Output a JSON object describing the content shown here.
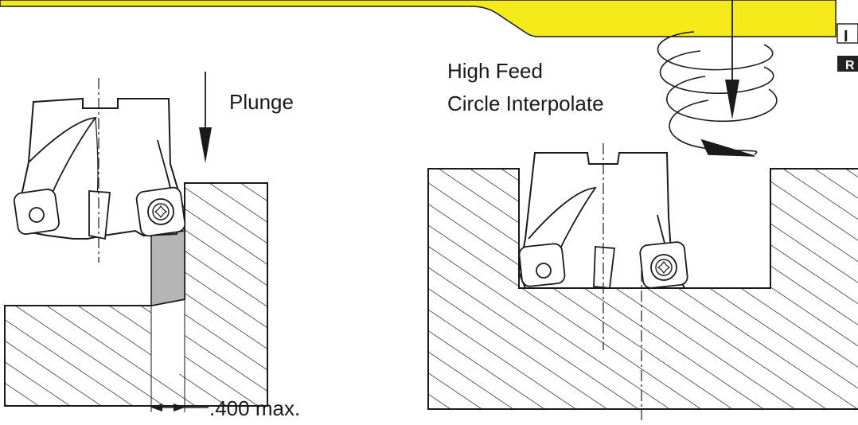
{
  "left_view": {
    "operation_label": "Plunge",
    "dimension_label": ".400 max."
  },
  "right_view": {
    "operation_line1": "High Feed",
    "operation_line2": "Circle Interpolate"
  },
  "corner_tab": {
    "line1": "I",
    "line2": "R"
  },
  "colors": {
    "banner_yellow": "#f5ea1a",
    "line": "#1a1a1a",
    "cut_fill": "#b5b5b5",
    "tab_dark": "#222222"
  },
  "icons": [
    "plunge-arrow-icon",
    "helical-path-icon",
    "torx-screw-icon"
  ]
}
